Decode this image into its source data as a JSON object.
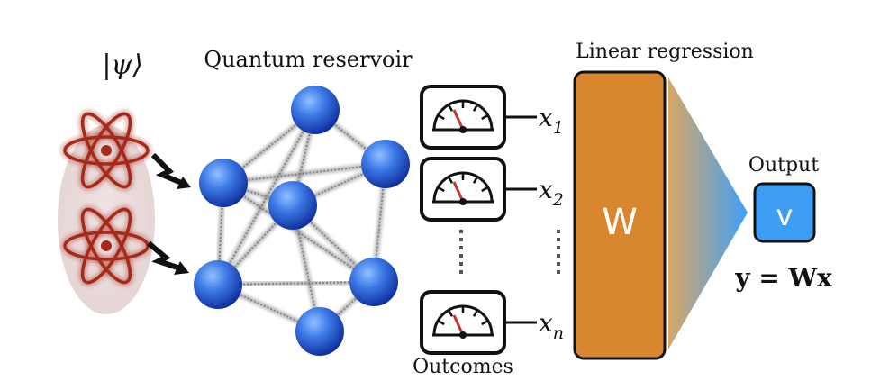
{
  "diagram": {
    "ket_label": "|ψ⟩",
    "reservoir_label": "Quantum reservoir",
    "regression_label": "Linear regression",
    "outcomes_label": "Outcomes",
    "output_label": "Output",
    "weight_symbol": "W",
    "output_symbol": "v",
    "equation": "y = Wx",
    "measurements": [
      {
        "var": "x",
        "sub": "1"
      },
      {
        "var": "x",
        "sub": "2"
      },
      {
        "var": "x",
        "sub": "n"
      }
    ],
    "colors": {
      "atom_cloud": "#e6d6d6",
      "atom_orbit": "#a62a1a",
      "node": "#2a66d8",
      "weight_box": "#d8872f",
      "output_box": "#3d9df2",
      "funnel_start": "#d4a56a",
      "funnel_end": "#3f9ff8"
    }
  }
}
